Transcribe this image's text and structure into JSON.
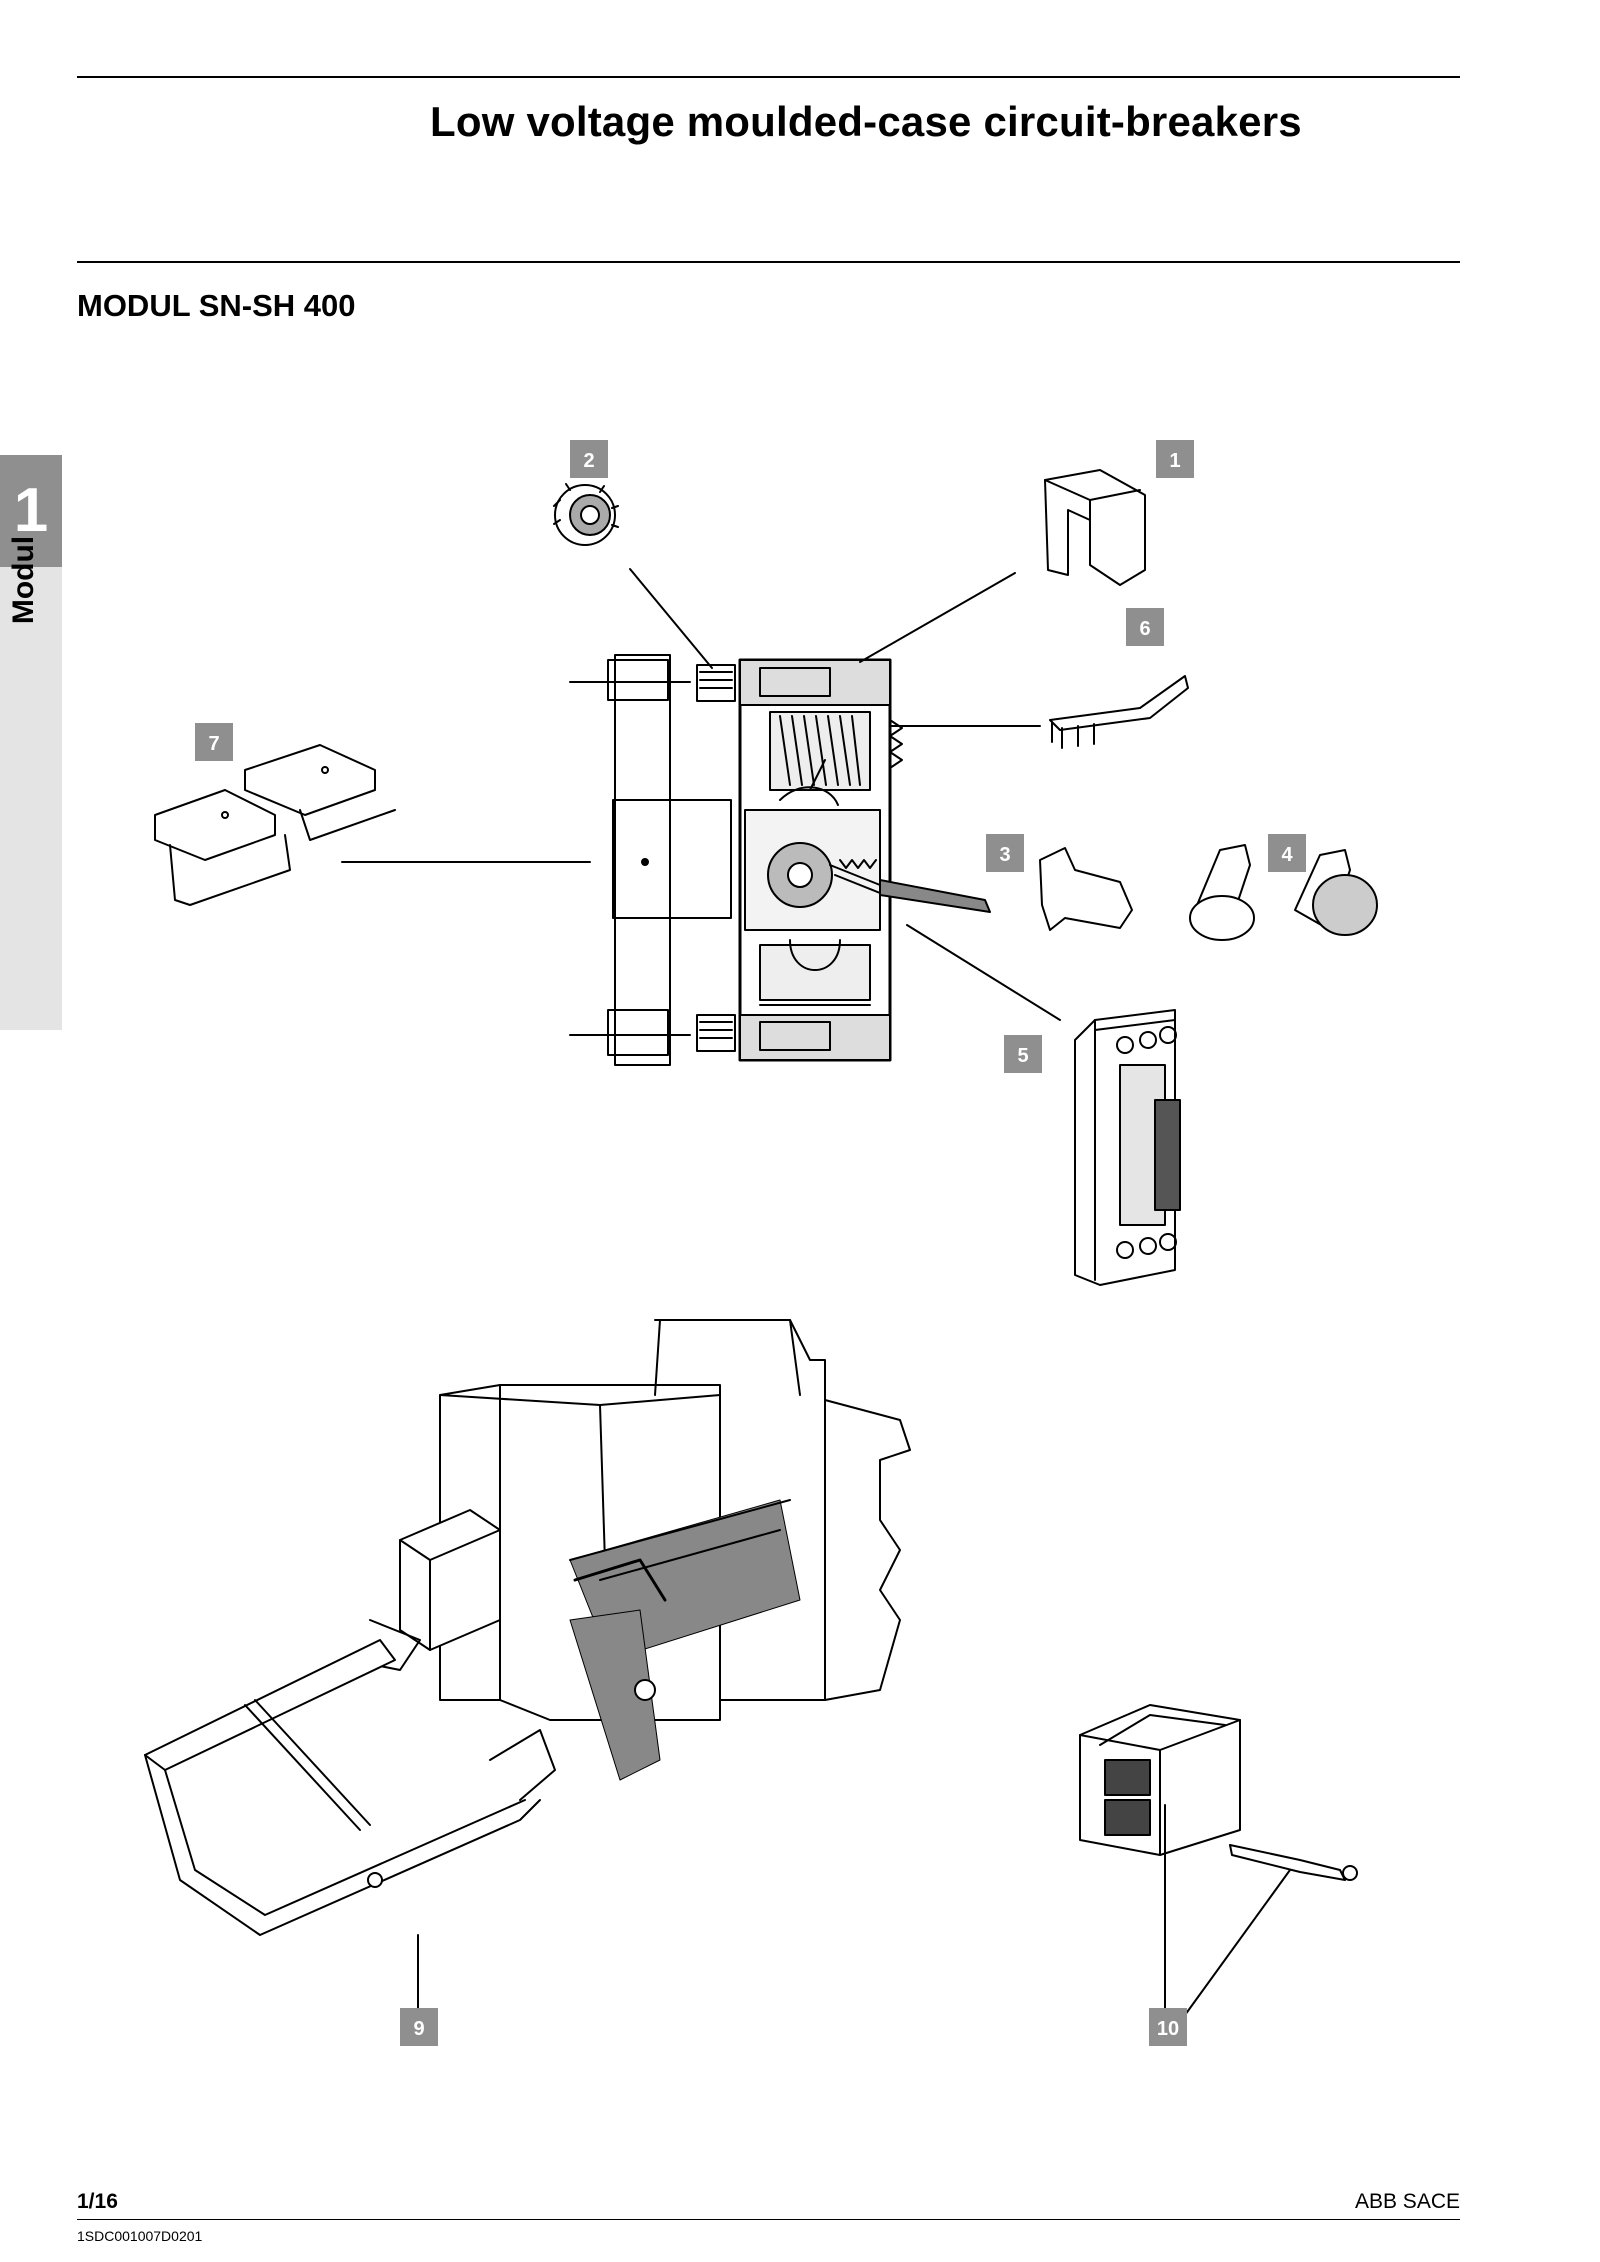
{
  "header": {
    "title": "Low voltage moulded-case circuit-breakers",
    "section": "MODUL SN-SH 400"
  },
  "side_tab": {
    "number": "1",
    "label": "Modul"
  },
  "figure": {
    "callouts": [
      "1",
      "2",
      "3",
      "4",
      "5",
      "6",
      "7",
      "9",
      "10"
    ]
  },
  "footer": {
    "page": "1/16",
    "company": "ABB SACE",
    "code": "1SDC001007D0201"
  }
}
